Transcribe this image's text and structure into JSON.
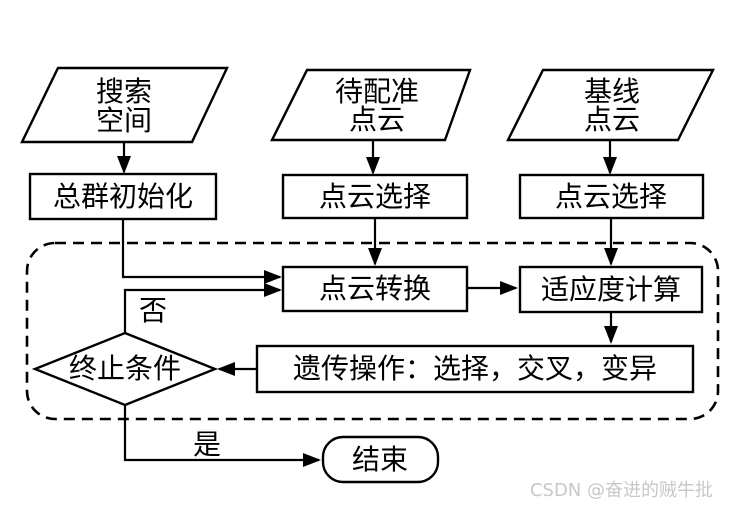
{
  "diagram": {
    "nodes": {
      "search_space": {
        "line1": "搜索",
        "line2": "空间"
      },
      "target_cloud": {
        "line1": "待配准",
        "line2": "点云"
      },
      "baseline_cloud": {
        "line1": "基线",
        "line2": "点云"
      },
      "population_init": {
        "label": "总群初始化"
      },
      "cloud_select_target": {
        "label": "点云选择"
      },
      "cloud_select_baseline": {
        "label": "点云选择"
      },
      "cloud_transform": {
        "label": "点云转换"
      },
      "fitness_calc": {
        "label": "适应度计算"
      },
      "genetic_ops": {
        "label": "遗传操作：选择，交叉，变异"
      },
      "termination": {
        "label": "终止条件"
      },
      "end": {
        "label": "结束"
      }
    },
    "edge_labels": {
      "no": "否",
      "yes": "是"
    }
  },
  "watermark": {
    "text": "CSDN @奋进的贼牛批",
    "color": "#c8c8c8"
  },
  "colors": {
    "line": "#000000",
    "background": "#ffffff"
  }
}
